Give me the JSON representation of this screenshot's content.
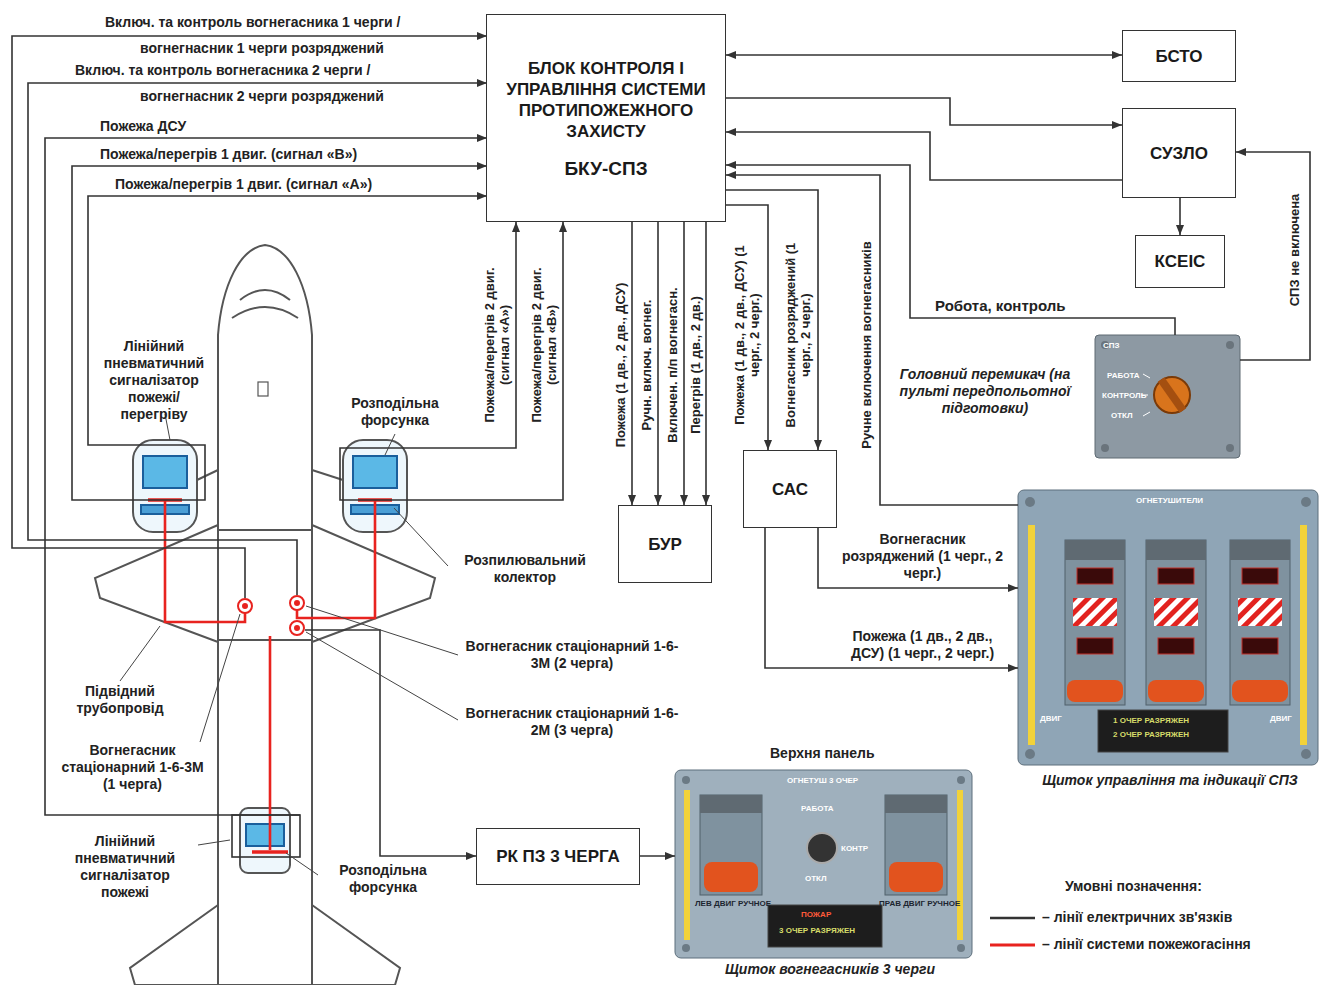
{
  "diagram": {
    "nodes": [
      {
        "text": [
          "БЛОК КОНТРОЛЯ І УПРАВЛІННЯ СИСТЕМИ ПРОТИПОЖЕЖНОГО ЗАХИСТУ",
          "БКУ-СПЗ"
        ]
      },
      {
        "text": [
          "БСТО"
        ]
      },
      {
        "text": [
          "СУЗЛО"
        ]
      },
      {
        "text": [
          "КСЕІС"
        ]
      },
      {
        "text": [
          "БУР"
        ]
      },
      {
        "text": [
          "САС"
        ]
      },
      {
        "text": [
          "РК ПЗ 3 ЧЕРГА"
        ]
      },
      {
        "text": [
          "СПЗ",
          "РАБОТА",
          "КОНТРОЛЬ",
          "ОТКЛ"
        ]
      },
      {
        "text": [
          "ОГНЕТУШИТЕЛИ",
          "ДВИГ",
          "ДВИГ",
          "1 ОЧЕР РАЗРЯЖЕН",
          "2 ОЧЕР РАЗРЯЖЕН"
        ]
      },
      {
        "text": [
          "ОГНЕТУШ 3 ОЧЕР",
          "РАБОТА",
          "КОНТР",
          "ОТКЛ",
          "ЛЕВ ДВИГ РУЧНОЕ",
          "ПРАВ ДВИГ РУЧНОЕ",
          "ПОЖАР",
          "3 ОЧЕР РАЗРЯЖЕН"
        ]
      }
    ],
    "edges": [
      {
        "from": 0,
        "to": 1,
        "arrow": "both"
      },
      {
        "from": 0,
        "to": 2,
        "arrow": "to"
      },
      {
        "from": 2,
        "to": 0,
        "arrow": "to"
      },
      {
        "from": 7,
        "to": 0,
        "label": "Робота, контроль",
        "arrow": "to"
      },
      {
        "from": 7,
        "to": 2,
        "label": "СПЗ не включена",
        "arrow": "to"
      },
      {
        "from": 2,
        "to": 3,
        "arrow": "to"
      },
      {
        "from": 0,
        "to": 4,
        "label": "Пожежа (1 дв., 2 дв., ДСУ)",
        "arrow": "to"
      },
      {
        "from": 0,
        "to": 4,
        "label": "Ручн. включ. вогнег.",
        "arrow": "to"
      },
      {
        "from": 0,
        "to": 4,
        "label": "Включен. п/п вогнегасн.",
        "arrow": "to"
      },
      {
        "from": 0,
        "to": 4,
        "label": "Перегрів (1 дв., 2 дв.)",
        "arrow": "to"
      },
      {
        "from": 0,
        "to": 5,
        "label": "Пожежа (1 дв., 2 дв., ДСУ) (1 черг., 2 черг.)",
        "arrow": "to"
      },
      {
        "from": 0,
        "to": 5,
        "label": "Вогнегасник розряджений (1 черг., 2 черг.)",
        "arrow": "to"
      },
      {
        "from": 8,
        "to": 0,
        "label": "Ручне включення вогнегасників",
        "arrow": "to"
      },
      {
        "from": 5,
        "to": 8,
        "label": "Пожежа (1 дв., 2 дв., ДСУ) (1 черг., 2 черг.)",
        "arrow": "to"
      },
      {
        "from": 5,
        "to": 8,
        "label": "Вогнегасник розряджений (1 черг., 2 черг.)",
        "arrow": "to"
      },
      {
        "from": 6,
        "to": 9,
        "arrow": "to"
      }
    ],
    "labels": [
      "Включ. та контроль вогнегасника 1 черги /",
      "вогнегнасник 1 черги розряджений",
      "Включ. та контроль вогнегасника 2 черги /",
      "вогнегнасник 2 черги розряджений",
      "Пожежа ДСУ",
      "Пожежа/перегрів 1 двиг. (сигнал «В»)",
      "Пожежа/перегрів 1 двиг. (сигнал «А»)",
      "Пожежа/перегрів 2 двиг. (сигнал «А»)",
      "Пожежа/перегрів 2 двиг. (сигнал «В»)",
      "Лінійний пневматичний сигналізатор пожежі/ перегріву",
      "Розподільна форсунка",
      "Розпилювальний колектор",
      "Вогнегасник стаціонарний 1-6-3М (2 черга)",
      "Вогнегасник стаціонарний 1-6-2М (3 черга)",
      "Підвідний трубопровід",
      "Вогнегасник стаціонарний 1-6-3М (1 черга)",
      "Лінійний пневматичний сигналізатор пожежі",
      "Розподільна форсунка",
      "Головний перемикач (на пульті передпольотної підготовки)",
      "Щиток управління та індикації СПЗ",
      "Верхня панель",
      "Щиток вогнегасників 3 черги",
      "Умовні позначення:"
    ],
    "legend": [
      {
        "text": "– лінії електричних зв'язків"
      },
      {
        "text": "– лінії системи пожежогасіння"
      }
    ]
  }
}
